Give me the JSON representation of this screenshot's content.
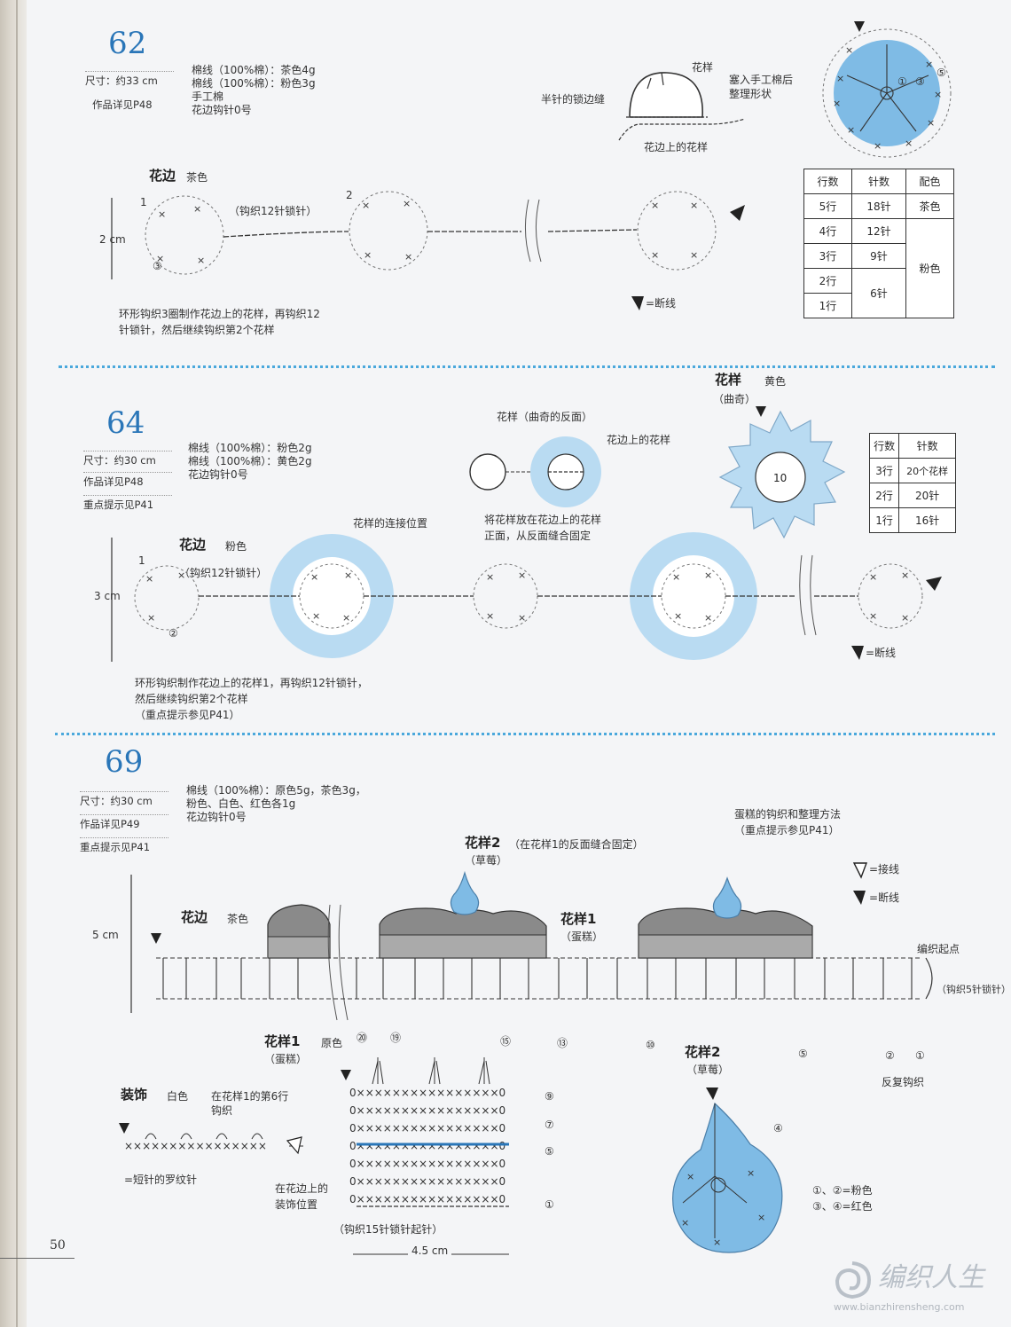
{
  "page_number": "50",
  "watermark": {
    "brand": "编织人生",
    "url": "www.bianzhirensheng.com"
  },
  "s62": {
    "number": "62",
    "size": "尺寸：约33 cm",
    "ref": "作品详见P48",
    "materials": [
      "棉线（100%棉）：茶色4g",
      "棉线（100%棉）：粉色3g",
      "手工棉",
      "花边钩针0号"
    ],
    "labels": {
      "huayang": "花样",
      "stuff": "塞入手工棉后",
      "shape": "整理形状",
      "seam": "半针的锁边缝",
      "edge_pattern": "花边上的花样"
    },
    "edge_title": "花边",
    "edge_color": "茶色",
    "chain_note": "（钩织12针锁针）",
    "height": "2 cm",
    "motif_1": "1",
    "motif_2": "2",
    "motif_circled": "③",
    "circle_nums": [
      "①",
      "③",
      "⑤"
    ],
    "note_1": "环形钩织3圈制作花边上的花样，再钩织12",
    "note_2": "针锁针，然后继续钩织第2个花样",
    "legend": "=断线",
    "table": {
      "headers": [
        "行数",
        "针数",
        "配色"
      ],
      "rows": [
        {
          "row": "5行",
          "count": "18针",
          "color": "茶色"
        },
        {
          "row": "4行",
          "count": "12针"
        },
        {
          "row": "3行",
          "count": "9针",
          "color": "粉色"
        },
        {
          "row": "2行",
          "count": "6针"
        },
        {
          "row": "1行"
        }
      ]
    }
  },
  "s64": {
    "number": "64",
    "size": "尺寸：约30 cm",
    "ref": "作品详见P48",
    "hint": "重点提示见P41",
    "materials": [
      "棉线（100%棉）：粉色2g",
      "棉线（100%棉）：黄色2g",
      "花边钩针0号"
    ],
    "label_reverse": "花样（曲奇的反面）",
    "label_edge": "花边上的花样",
    "label_put_1": "将花样放在花边上的花样",
    "label_put_2": "正面，从反面缝合固定",
    "pattern_title": "花样",
    "pattern_color": "黄色",
    "pattern_sub": "（曲奇）",
    "center_num": "10",
    "connect": "花样的连接位置",
    "edge_title": "花边",
    "edge_color": "粉色",
    "chain_note": "（钩织12针锁针）",
    "height": "3 cm",
    "motif_1": "1",
    "motif_2": "2",
    "motif_circled": "②",
    "legend": "=断线",
    "note_1": "环形钩织制作花边上的花样1，再钩织12针锁针，",
    "note_2": "然后继续钩织第2个花样",
    "note_3": "（重点提示参见P41）",
    "table": {
      "headers": [
        "行数",
        "针数"
      ],
      "rows": [
        {
          "row": "3行",
          "count": "20个花样"
        },
        {
          "row": "2行",
          "count": "20针"
        },
        {
          "row": "1行",
          "count": "16针"
        }
      ]
    }
  },
  "s69": {
    "number": "69",
    "size": "尺寸：约30 cm",
    "ref": "作品详见P49",
    "hint": "重点提示见P41",
    "materials": [
      "棉线（100%棉）：原色5g，茶色3g，",
      "粉色、白色、红色各1g",
      "花边钩针0号"
    ],
    "cake_method": "蛋糕的钩织和整理方法",
    "cake_hint": "（重点提示参见P41）",
    "p2_title": "花样2",
    "p2_note": "（在花样1的反面缝合固定）",
    "p2_sub": "（草莓）",
    "legend_join": "=接线",
    "legend_cut": "=断线",
    "edge_title": "花边",
    "edge_color": "茶色",
    "p1_title": "花样1",
    "p1_sub": "（蛋糕）",
    "height": "5 cm",
    "start": "编织起点",
    "start_chain": "（钩织5针锁针）",
    "rows_marks": [
      "⑳",
      "⑲",
      "⑮",
      "⑬",
      "⑩",
      "⑤",
      "②",
      "①"
    ],
    "repeat": "反复钩织",
    "p1b_title": "花样1",
    "p1b_color": "原色",
    "p1b_sub": "（蛋糕）",
    "deco_title": "装饰",
    "deco_color": "白色",
    "deco_note_1": "在花样1的第6行",
    "deco_note_2": "钩织",
    "deco_legend": "=短针的罗纹针",
    "deco_pos_1": "在花边上的",
    "deco_pos_2": "装饰位置",
    "chain_start": "（钩织15针锁针起针）",
    "width": "4.5 cm",
    "cake_rows": [
      "⑨",
      "⑦",
      "⑤",
      "①"
    ],
    "p2b_title": "花样2",
    "p2b_sub": "（草莓）",
    "straw_mark": "④",
    "color_1": "①、②=粉色",
    "color_2": "③、④=红色"
  },
  "colors": {
    "accent_blue": "#2a76b8",
    "motif_blue": "#7fbbe5",
    "light_blue": "#b9dbf2",
    "cake_gray": "#8a8a8a"
  }
}
